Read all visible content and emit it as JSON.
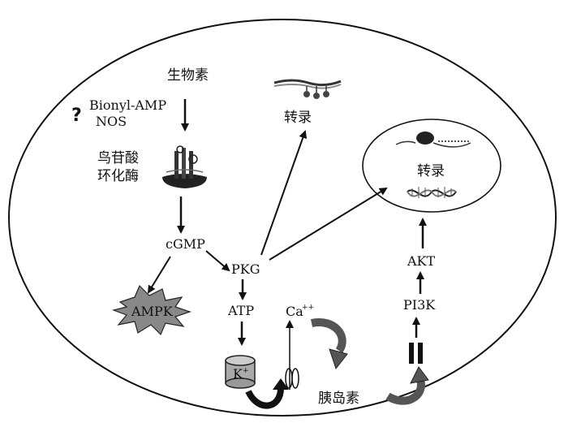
{
  "colors": {
    "line": "#111111",
    "gray": "#555555",
    "cell": "#ffffff",
    "star": "#777777",
    "channel": "#888888"
  },
  "labels": {
    "biotin": "生物素",
    "question": "?",
    "bionyl_amp": "Bionyl-AMP",
    "nos": "NOS",
    "guanylate_1": "鸟苷酸",
    "guanylate_2": "环化酶",
    "cgmp": "cGMP",
    "pkg": "PKG",
    "ampk": "AMPK",
    "atp": "ATP",
    "k_channel": "K",
    "k_sup": "+",
    "ca": "Ca",
    "ca_sup": "++",
    "transcription_top": "转录",
    "transcription_nucleus": "转录",
    "akt": "AKT",
    "pi3k": "PI3K",
    "insulin": "胰岛素"
  },
  "icons": [
    "enzyme-icon",
    "ampk-starburst-icon",
    "k-channel-icon",
    "ca-channel-icon",
    "insulin-receptor-icon",
    "dna-helix-icon",
    "mrna-ribosome-icon",
    "chromatin-icon",
    "curved-arrow-icon"
  ]
}
